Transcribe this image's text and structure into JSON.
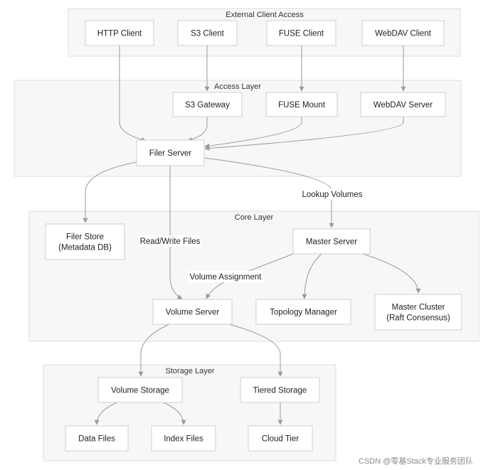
{
  "groups": {
    "external": "External Client Access",
    "access": "Access Layer",
    "core": "Core Layer",
    "storage": "Storage Layer"
  },
  "nodes": {
    "http_client": [
      "HTTP Client"
    ],
    "s3_client": [
      "S3 Client"
    ],
    "fuse_client": [
      "FUSE Client"
    ],
    "webdav_client": [
      "WebDAV Client"
    ],
    "s3_gateway": [
      "S3 Gateway"
    ],
    "fuse_mount": [
      "FUSE Mount"
    ],
    "webdav_server": [
      "WebDAV Server"
    ],
    "filer_server": [
      "Filer Server"
    ],
    "filer_store": [
      "Filer Store",
      "(Metadata DB)"
    ],
    "master_server": [
      "Master Server"
    ],
    "volume_server": [
      "Volume Server"
    ],
    "topology_manager": [
      "Topology Manager"
    ],
    "master_cluster": [
      "Master Cluster",
      "(Raft Consensus)"
    ],
    "volume_storage": [
      "Volume Storage"
    ],
    "tiered_storage": [
      "Tiered Storage"
    ],
    "data_files": [
      "Data Files"
    ],
    "index_files": [
      "Index Files"
    ],
    "cloud_tier": [
      "Cloud Tier"
    ]
  },
  "edge_labels": {
    "lookup_volumes": "Lookup Volumes",
    "read_write_files": "Read/Write Files",
    "volume_assignment": "Volume Assignment"
  },
  "watermark": "CSDN @零基Stack专业服务团队"
}
